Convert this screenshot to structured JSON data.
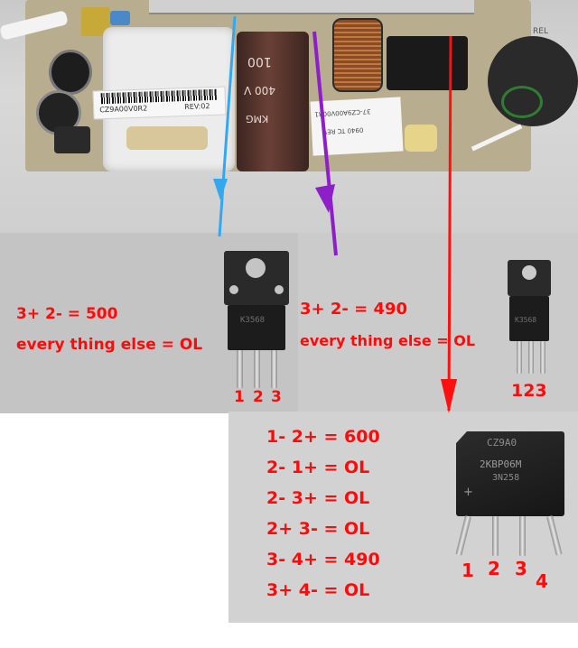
{
  "pcb_photo": {
    "sticker_code": "CZ9A00V0R2",
    "sticker_rev": "REV:02",
    "cap_marking_1": "100",
    "cap_marking_2": "400 V",
    "cap_marking_3": "KMG",
    "label_line_1": "37-CZ9A00V00R1",
    "label_line_2": "0940  TC  REV",
    "corner_text": "REL"
  },
  "transistor_1": {
    "part_marking": "K3568",
    "readings": [
      "3+ 2- = 500",
      "every thing else = OL"
    ],
    "pins": [
      "1",
      "2",
      "3"
    ]
  },
  "transistor_2": {
    "part_marking": "K3568",
    "readings": [
      "3+ 2- = 490",
      "every thing else = OL"
    ],
    "pins": "123"
  },
  "bridge": {
    "part_marking_1": "CZ9A0",
    "part_marking_2": "2KBP06M",
    "part_marking_3": "3N258",
    "readings": [
      "1- 2+ = 600",
      "2- 1+ = OL",
      "2- 3+ = OL",
      "2+ 3- = OL",
      "3- 4+ = 490",
      "3+ 4- = OL"
    ],
    "pins": [
      "1",
      "2",
      "3",
      "4"
    ]
  },
  "colors": {
    "annotation_red": "#ff0a0a",
    "arrow_blue": "#33a8ee",
    "arrow_purple": "#8e1fc8",
    "arrow_red": "#ff1010"
  }
}
